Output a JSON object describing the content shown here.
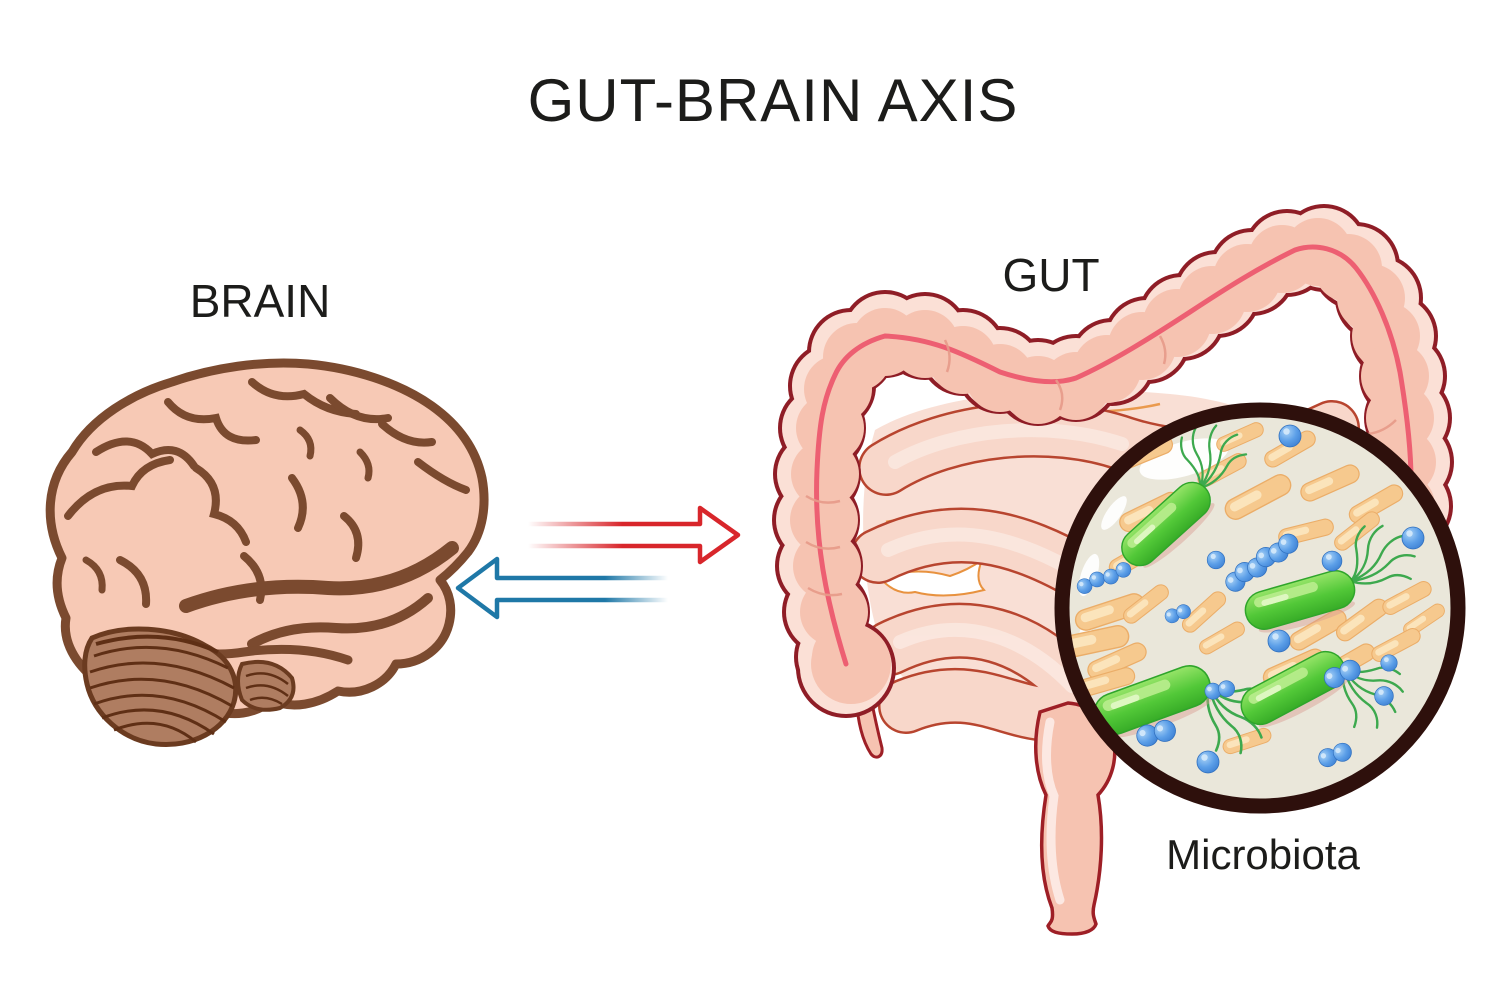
{
  "title": "GUT-BRAIN AXIS",
  "labels": {
    "brain": "BRAIN",
    "gut": "GUT",
    "microbiota": "Microbiota"
  },
  "arrows": {
    "brain_to_gut": {
      "direction": "right",
      "color": "#D8262B"
    },
    "gut_to_brain": {
      "direction": "left",
      "color": "#1F78A7"
    }
  },
  "illustration": {
    "brain": {
      "fill": "#F7C9B5",
      "outline": "#7B4A2F",
      "cerebellum_fill": "#AF7D61",
      "cerebellum_lines": "#5F2F15"
    },
    "gut": {
      "colon_fill": "#F6C3B1",
      "colon_rim": "#FBE0D6",
      "colon_outline": "#8F1D26",
      "taenia": "#ED5F72",
      "intestine_fill": "#F8D7CA",
      "intestine_outline": "#B8452F",
      "mesentery": "#E8923F"
    },
    "microbiota": {
      "ring": "#2E100C",
      "background": "#EAE7DA",
      "green_bacteria": "#52C838",
      "yellow_bacteria": "#F6C98E",
      "blue_bacteria": "#4E96E0"
    }
  },
  "background": "#FFFFFF"
}
